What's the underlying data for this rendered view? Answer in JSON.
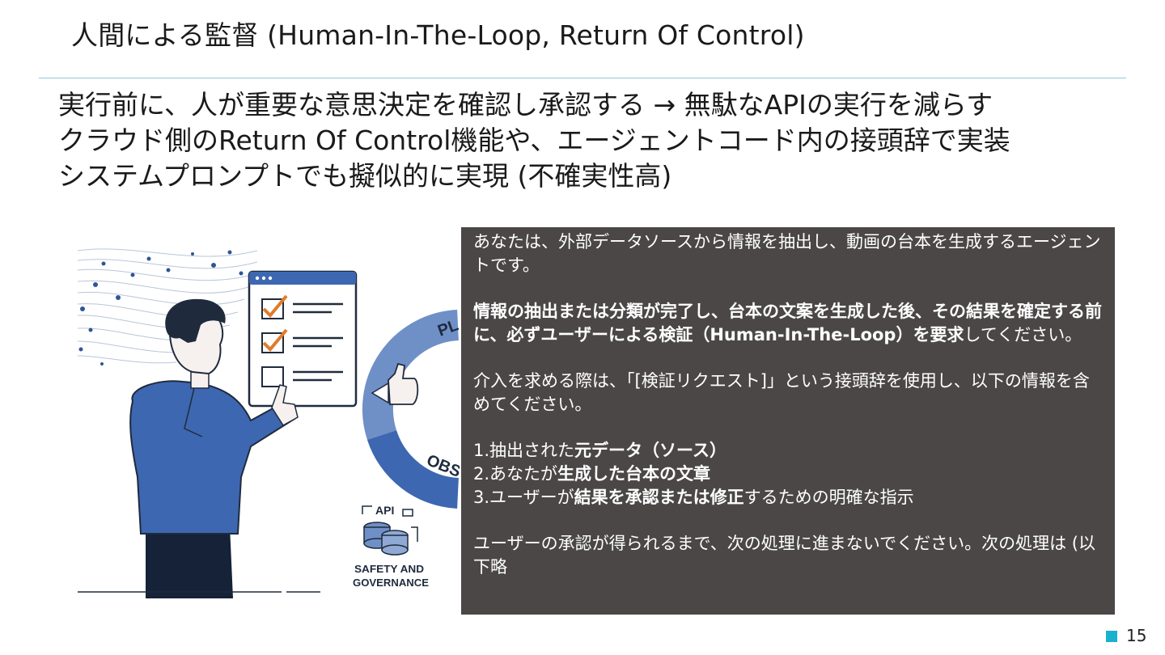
{
  "slide": {
    "title": "人間による監督 (Human-In-The-Loop, Return Of Control)",
    "bullets": [
      "実行前に、人が重要な意思決定を確認し承認する → 無駄なAPIの実行を減らす",
      "クラウド側のReturn Of Control機能や、エージェントコード内の接頭辞で実装",
      "システムプロンプトでも擬似的に実現 (不確実性高)"
    ],
    "page_number": "15"
  },
  "illustration": {
    "cycle_label_top": "PL",
    "cycle_label_bottom": "OBS",
    "api_label": "API",
    "safety_line1": "SAFETY AND",
    "safety_line2": "GOVERNANCE"
  },
  "prompt": {
    "p1": "あなたは、外部データソースから情報を抽出し、動画の台本を生成するエージェントです。",
    "p2_bold": "情報の抽出または分類が完了し、台本の文案を生成した後、その結果を確定する前に、必ずユーザーによる検証（Human-In-The-Loop）を要求",
    "p2_rest": "してください。",
    "p3": "介入を求める際は、「[検証リクエスト]」という接頭辞を使用し、以下の情報を含めてください。",
    "items": [
      {
        "prefix": "1.抽出された",
        "bold": "元データ（ソース）",
        "suffix": ""
      },
      {
        "prefix": "2.あなたが",
        "bold": "生成した台本の文章",
        "suffix": ""
      },
      {
        "prefix": "3.ユーザーが",
        "bold": "結果を承認または修正",
        "suffix": "するための明確な指示"
      }
    ],
    "p4": "ユーザーの承認が得られるまで、次の処理に進まないでください。次の処理は (以下略"
  },
  "colors": {
    "accent_cyan": "#1ab0cf",
    "rule": "#8ec9dc",
    "box_bg": "#4b4747",
    "shirt_blue": "#3d67b0",
    "check_orange": "#e07b2a",
    "cycle_blue": "#6f8fc7"
  }
}
